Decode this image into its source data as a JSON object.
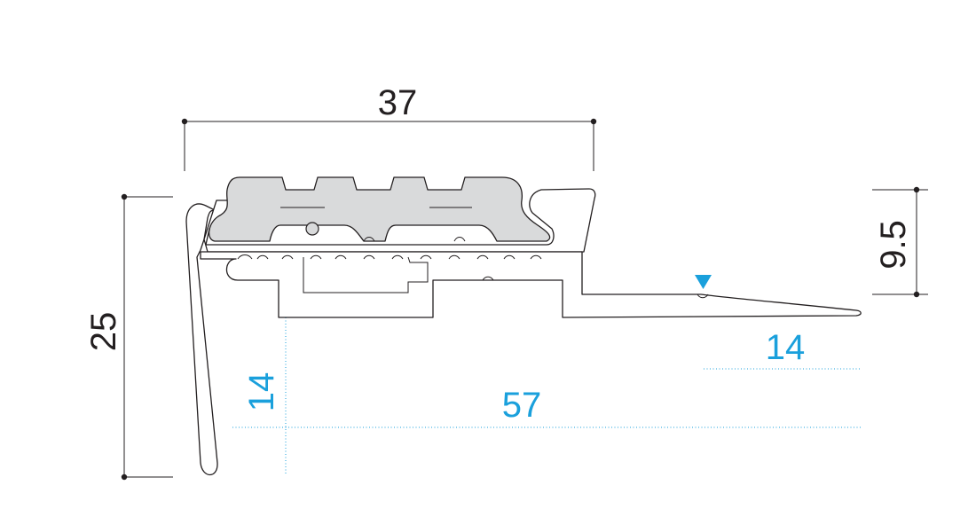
{
  "dimensions": {
    "top_width": "37",
    "left_height": "25",
    "right_height": "9.5",
    "lip_width": "14",
    "leg_height": "14",
    "total_depth": "57"
  },
  "colors": {
    "line": "#231f20",
    "accent": "#1aa0dc",
    "insert_fill": "#d9dadb"
  },
  "icons": {
    "marker": "triangle-down-icon"
  }
}
